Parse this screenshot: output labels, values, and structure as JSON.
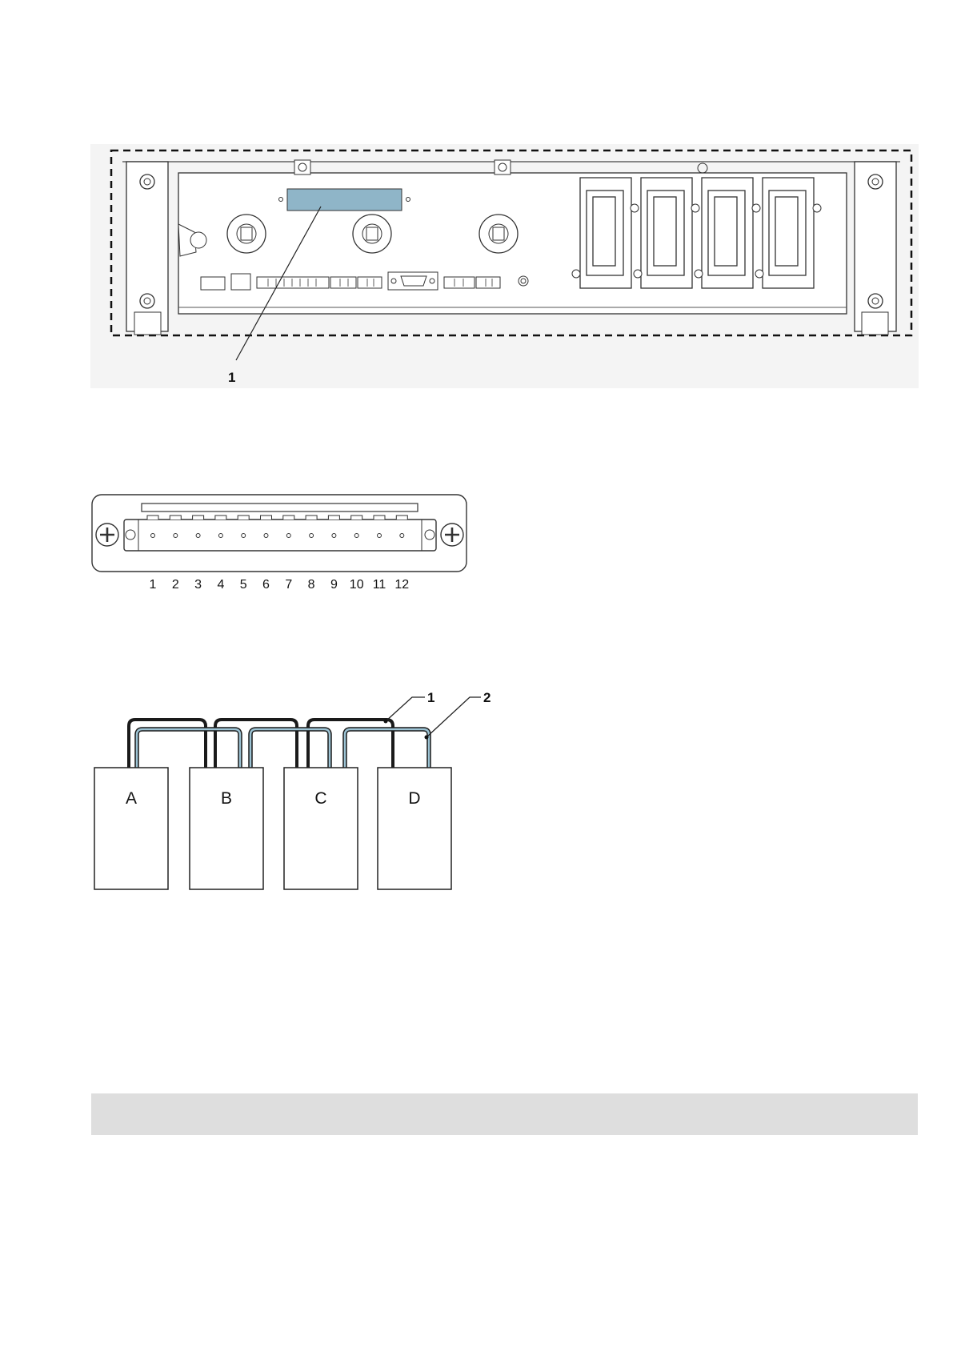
{
  "colors": {
    "highlight_panel": "#8fb5c8",
    "cable_blue": "#9cc3d4",
    "gray_bar": "#dedede",
    "figure_bg": "#f4f4f4",
    "line": "#222222"
  },
  "figure1": {
    "callout": "1"
  },
  "figure2": {
    "pins": [
      "1",
      "2",
      "3",
      "4",
      "5",
      "6",
      "7",
      "8",
      "9",
      "10",
      "11",
      "12"
    ]
  },
  "figure3": {
    "callouts": [
      "1",
      "2"
    ],
    "modules": [
      "A",
      "B",
      "C",
      "D"
    ]
  },
  "gray_bar": {
    "text": ""
  }
}
